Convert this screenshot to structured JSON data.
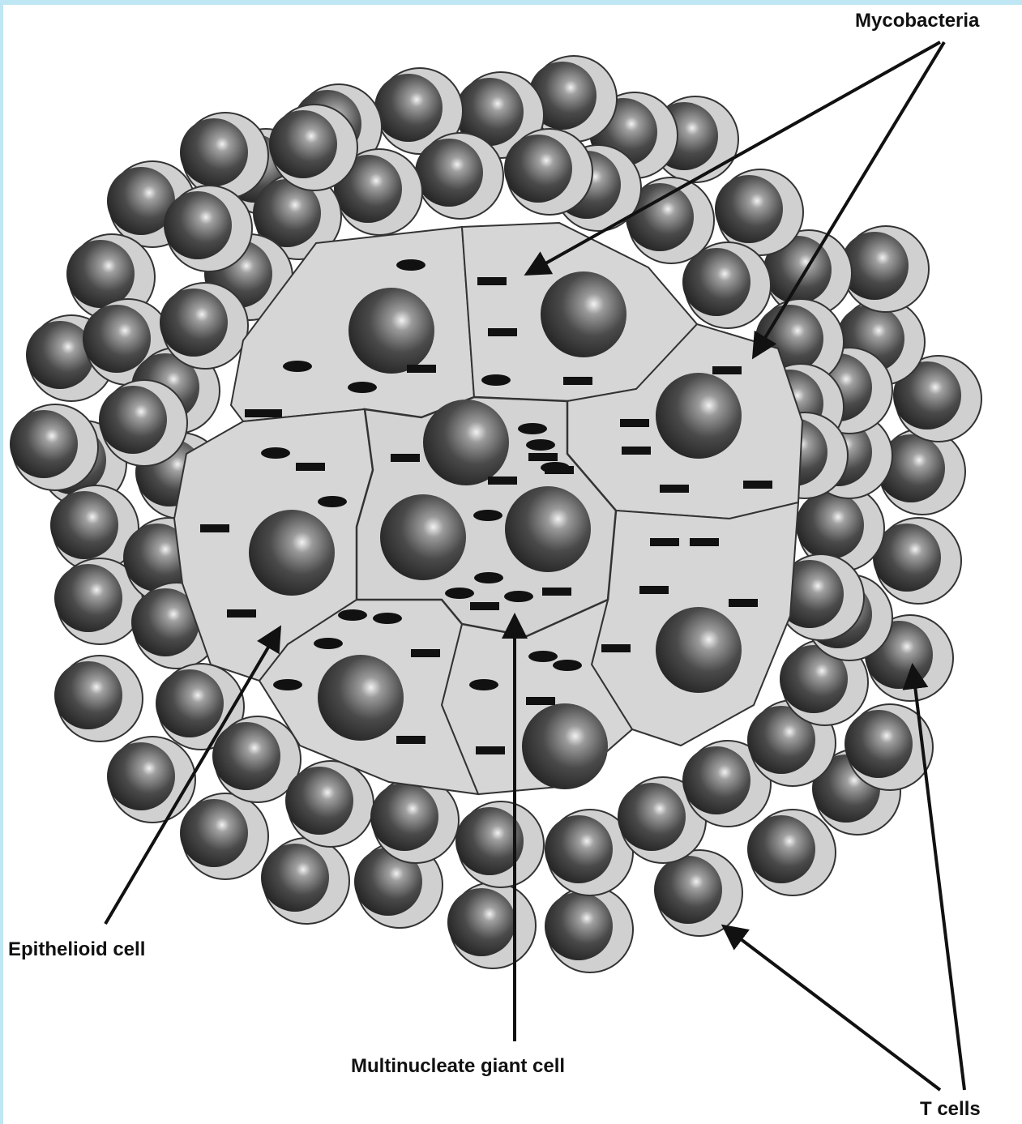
{
  "labels": {
    "mycobacteria": "Mycobacteria",
    "epithelioid_cell": "Epithelioid cell",
    "giant_cell": "Multinucleate giant cell",
    "t_cells": "T cells"
  },
  "colors": {
    "frame_accent": "#bfe6f3",
    "cytoplasm": "#d6d6d6",
    "nucleus_dark": "#2a2a2a",
    "nucleus_highlight": "#eeeeee",
    "bacteria": "#111111",
    "outline": "#333333"
  }
}
